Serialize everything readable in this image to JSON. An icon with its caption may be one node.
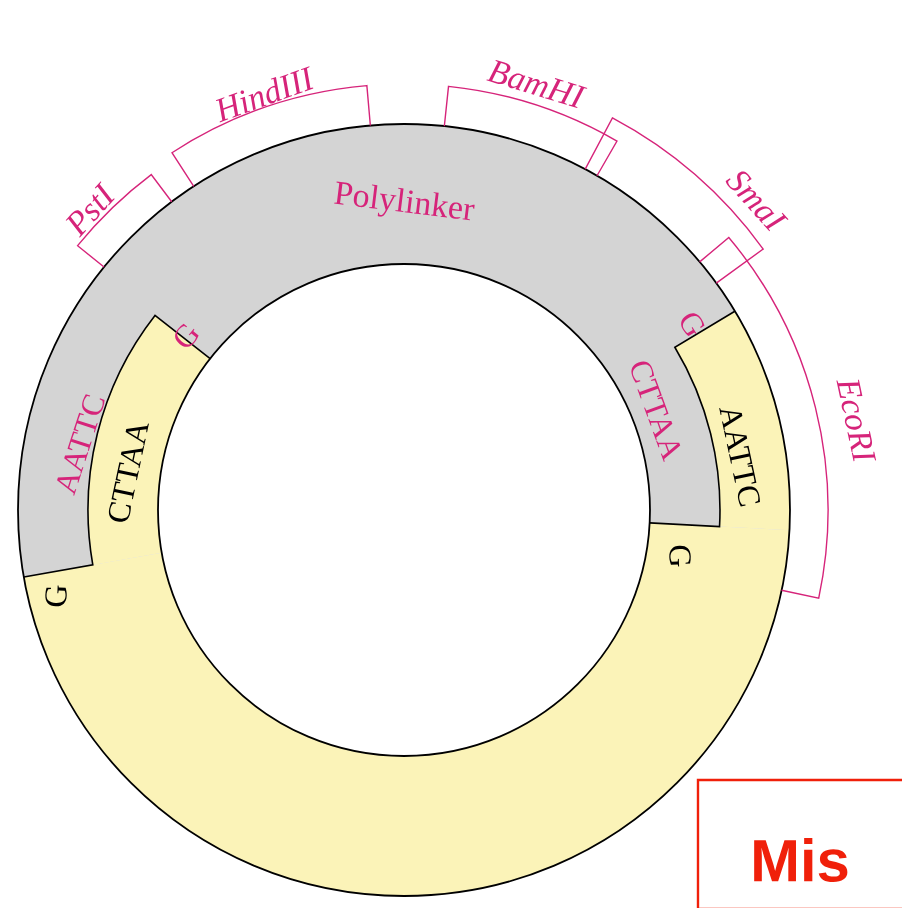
{
  "diagram": {
    "labels": [
      "PstI",
      "HindIII",
      "BamHI",
      "SmaI",
      "EcoRI",
      "Polylinker",
      "AATTC",
      "G",
      "CTTAA",
      "G",
      "G",
      "AATTC",
      "CTTAA",
      "G",
      "Mis"
    ]
  }
}
